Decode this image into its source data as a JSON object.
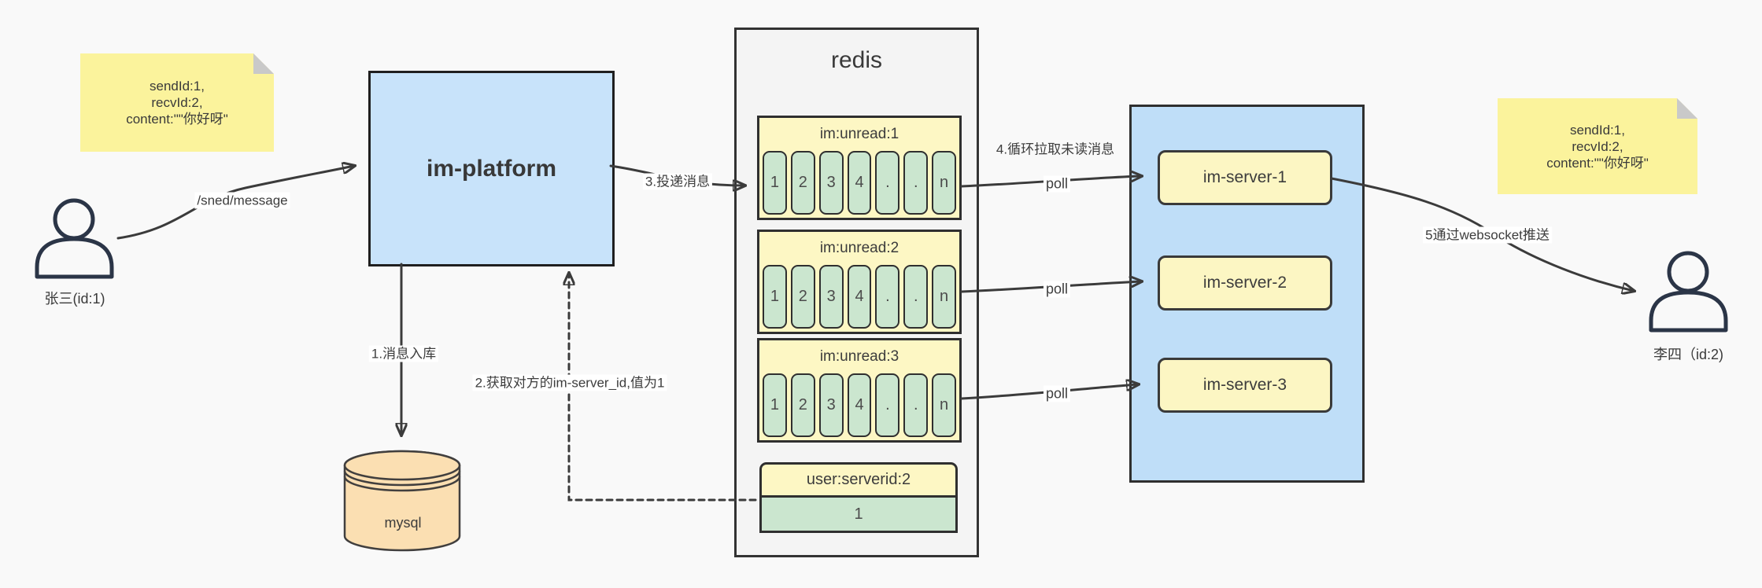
{
  "diagram": {
    "notes": {
      "left": {
        "line1": "sendId:1,",
        "line2": "recvId:2,",
        "line3": "content:\"\"你好呀\""
      },
      "right": {
        "line1": "sendId:1,",
        "line2": "recvId:2,",
        "line3": "content:\"\"你好呀\""
      }
    },
    "actors": {
      "sender": {
        "label": "张三(id:1)"
      },
      "receiver": {
        "label": "李四（id:2)"
      }
    },
    "platform": {
      "label": "im-platform"
    },
    "database": {
      "label": "mysql"
    },
    "redis": {
      "title": "redis",
      "queues": [
        {
          "title": "im:unread:1",
          "cells": [
            "1",
            "2",
            "3",
            "4",
            ".",
            ".",
            "n"
          ]
        },
        {
          "title": "im:unread:2",
          "cells": [
            "1",
            "2",
            "3",
            "4",
            ".",
            ".",
            "n"
          ]
        },
        {
          "title": "im:unread:3",
          "cells": [
            "1",
            "2",
            "3",
            "4",
            ".",
            ".",
            "n"
          ]
        }
      ],
      "server_map": {
        "title": "user:serverid:2",
        "value": "1"
      }
    },
    "servers": [
      {
        "label": "im-server-1"
      },
      {
        "label": "im-server-2"
      },
      {
        "label": "im-server-3"
      }
    ],
    "edges": {
      "send": "/sned/message",
      "step1": "1.消息入库",
      "step2": "2.获取对方的im-server_id,值为1",
      "step3": "3.投递消息",
      "step4": "4.循环拉取未读消息",
      "step5": "5通过websocket推送",
      "poll": "poll"
    },
    "colors": {
      "platform_blue": "#c8e3fa",
      "cluster_blue": "#bfdef8",
      "note_yellow": "#fbf39c",
      "block_yellow": "#fdf7c4",
      "cell_green": "#cbe6cf",
      "mysql_tan": "#fbdfb2",
      "line_dark": "#3b3b3b",
      "background": "#f9f9f9"
    }
  }
}
